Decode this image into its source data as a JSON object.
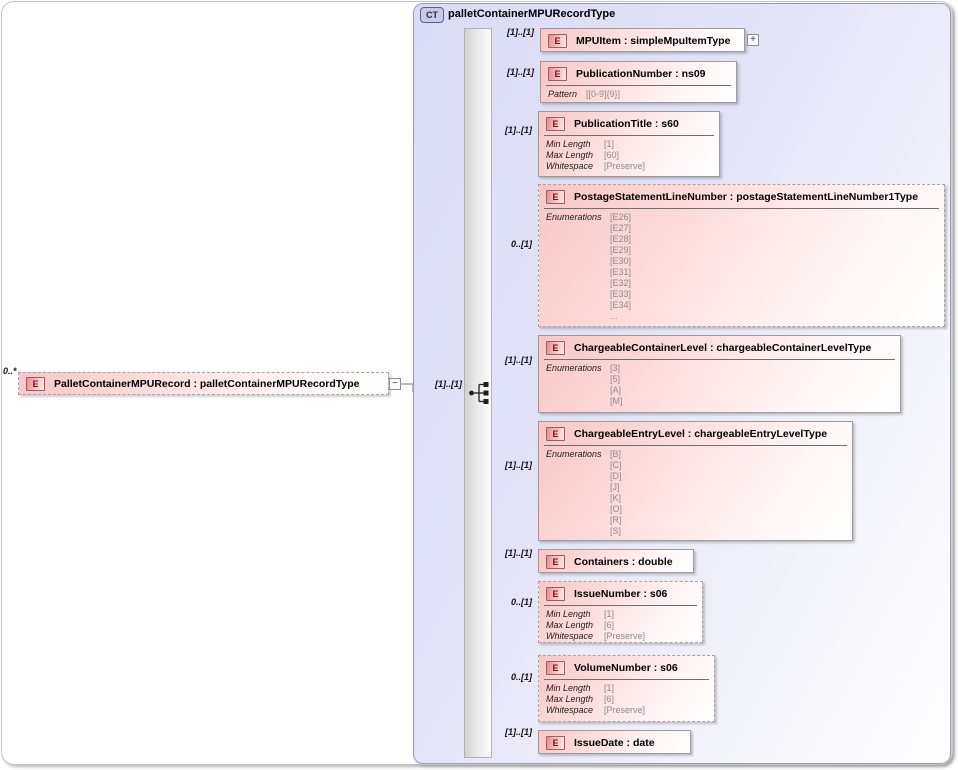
{
  "icons": {
    "element_badge": "E",
    "complex_type_badge": "CT",
    "expand": "+",
    "collapse": "−"
  },
  "colors": {
    "element_fill": "#f9c6c6",
    "container_fill": "#dcddf5",
    "facet_value_text": "#8b8b94",
    "box_border": "#9c9c9c"
  },
  "root": {
    "cardinality": "0..*",
    "name": "PalletContainerMPURecord : palletContainerMPURecordType",
    "connector_cardinality": "[1]..[1]"
  },
  "complex_type": {
    "title": "palletContainerMPURecordType"
  },
  "elements": [
    {
      "name": "MPUItem : simpleMpuItemType",
      "cardinality": "[1]..[1]"
    },
    {
      "name": "PublicationNumber : ns09",
      "cardinality": "[1]..[1]",
      "facets": [
        {
          "label": "Pattern",
          "values": [
            "[[0-9]{9}]"
          ]
        }
      ]
    },
    {
      "name": "PublicationTitle : s60",
      "cardinality": "[1]..[1]",
      "facets": [
        {
          "label": "Min Length",
          "values": [
            "[1]"
          ]
        },
        {
          "label": "Max Length",
          "values": [
            "[60]"
          ]
        },
        {
          "label": "Whitespace",
          "values": [
            "[Preserve]"
          ]
        }
      ]
    },
    {
      "name": "PostageStatementLineNumber : postageStatementLineNumber1Type",
      "cardinality": "0..[1]",
      "facets": [
        {
          "label": "Enumerations",
          "values": [
            "[E26]",
            "[E27]",
            "[E28]",
            "[E29]",
            "[E30]",
            "[E31]",
            "[E32]",
            "[E33]",
            "[E34]",
            "..."
          ]
        }
      ]
    },
    {
      "name": "ChargeableContainerLevel : chargeableContainerLevelType",
      "cardinality": "[1]..[1]",
      "facets": [
        {
          "label": "Enumerations",
          "values": [
            "[3]",
            "[5]",
            "[A]",
            "[M]"
          ]
        }
      ]
    },
    {
      "name": "ChargeableEntryLevel : chargeableEntryLevelType",
      "cardinality": "[1]..[1]",
      "facets": [
        {
          "label": "Enumerations",
          "values": [
            "[B]",
            "[C]",
            "[D]",
            "[J]",
            "[K]",
            "[O]",
            "[R]",
            "[S]"
          ]
        }
      ]
    },
    {
      "name": "Containers : double",
      "cardinality": "[1]..[1]"
    },
    {
      "name": "IssueNumber : s06",
      "cardinality": "0..[1]",
      "facets": [
        {
          "label": "Min Length",
          "values": [
            "[1]"
          ]
        },
        {
          "label": "Max Length",
          "values": [
            "[6]"
          ]
        },
        {
          "label": "Whitespace",
          "values": [
            "[Preserve]"
          ]
        }
      ]
    },
    {
      "name": "VolumeNumber : s06",
      "cardinality": "0..[1]",
      "facets": [
        {
          "label": "Min Length",
          "values": [
            "[1]"
          ]
        },
        {
          "label": "Max Length",
          "values": [
            "[6]"
          ]
        },
        {
          "label": "Whitespace",
          "values": [
            "[Preserve]"
          ]
        }
      ]
    },
    {
      "name": "IssueDate : date",
      "cardinality": "[1]..[1]"
    }
  ]
}
